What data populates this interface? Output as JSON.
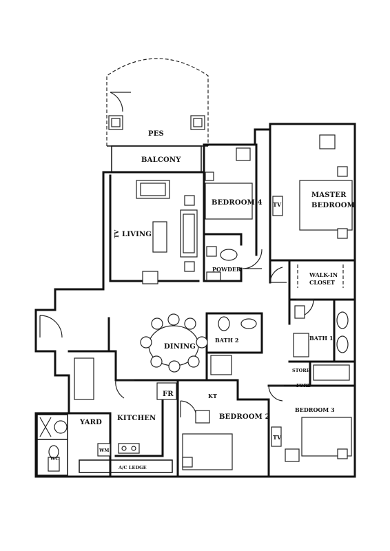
{
  "rooms": {
    "pes": "PES",
    "balcony": "BALCONY",
    "bedroom4": "BEDROOM 4",
    "master_line1": "MASTER",
    "master_line2": "BEDROOM",
    "living": "LIVING",
    "powder": "POWDER",
    "walkin_line1": "WALK-IN",
    "walkin_line2": "CLOSET",
    "dining": "DINING",
    "bath2": "BATH 2",
    "bath1": "BATH 1",
    "store_line1": "STORE",
    "store_line2": "FORE",
    "yard": "YARD",
    "kitchen": "KITCHEN",
    "fr": "FR",
    "kt": "KT",
    "bedroom2": "BEDROOM 2",
    "bedroom3": "BEDROOM 3"
  },
  "fixtures": {
    "tv": "TV",
    "wm": "WM",
    "wc": "WC",
    "ac_ledge": "A/C LEDGE"
  }
}
